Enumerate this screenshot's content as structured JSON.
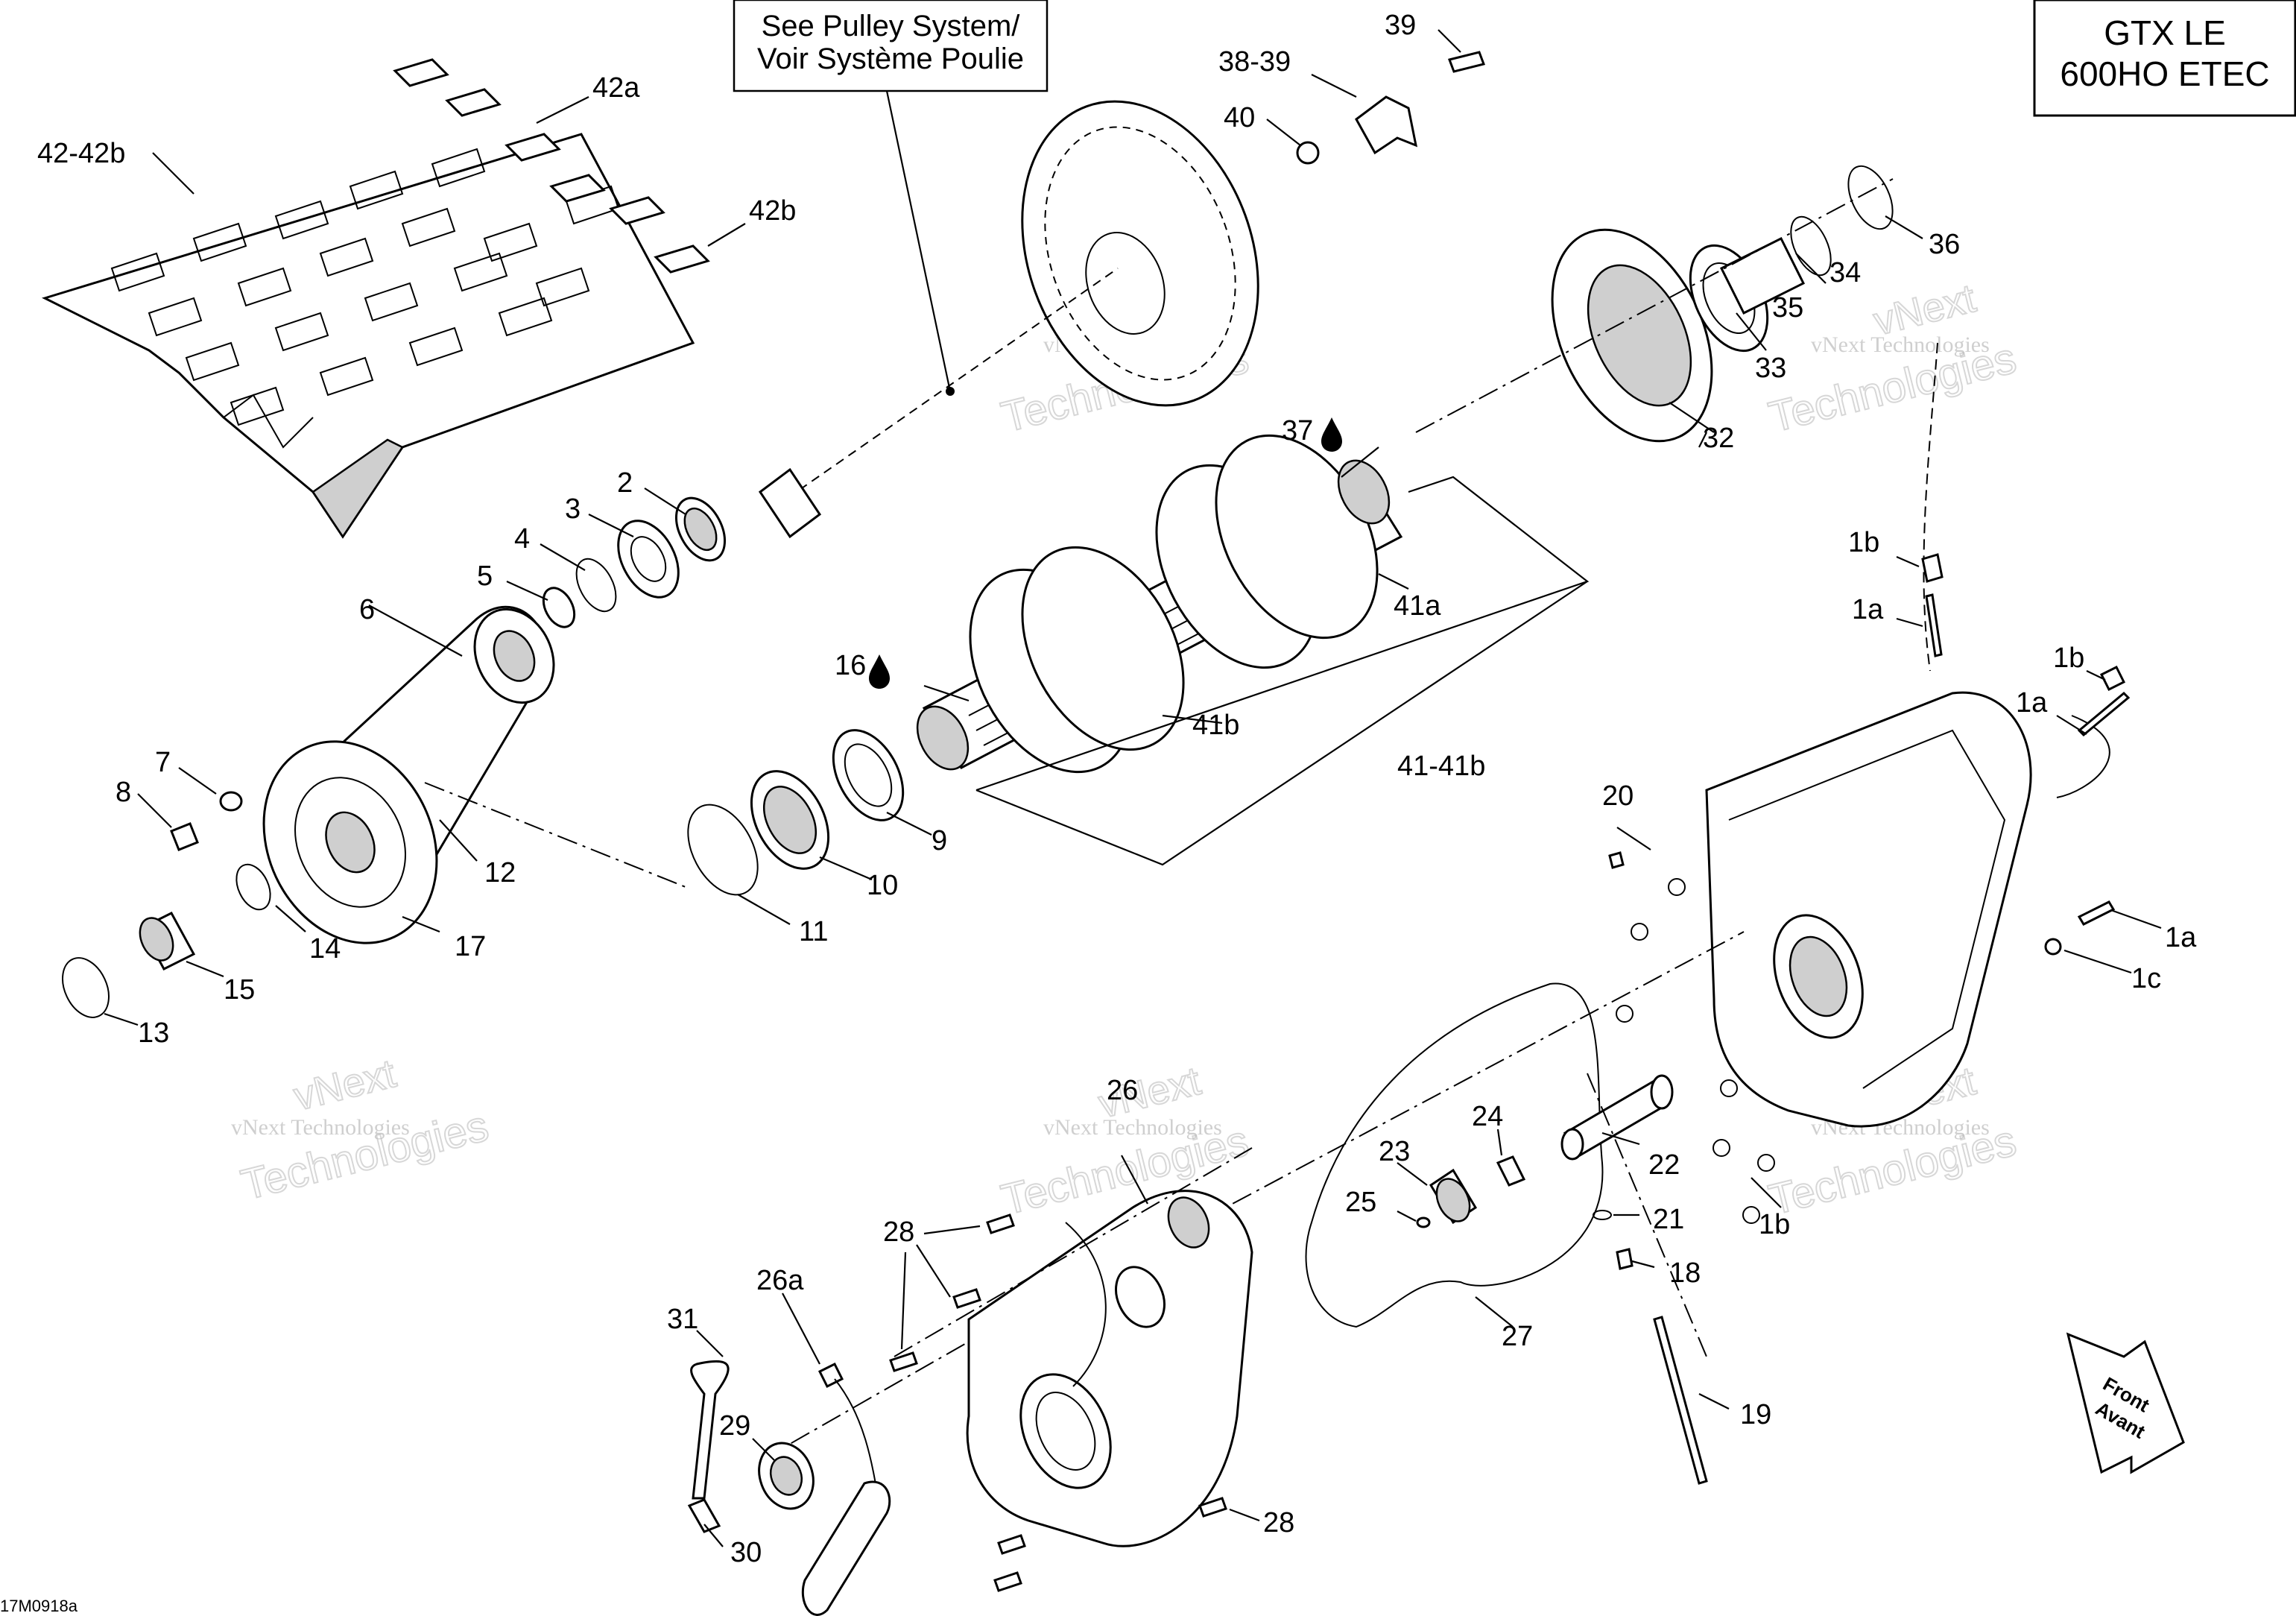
{
  "title_box": {
    "line1": "GTX LE",
    "line2": "600HO ETEC"
  },
  "note_box": {
    "line1": "See Pulley System/",
    "line2": "Voir Système Poulie"
  },
  "diagram_code": "17M0918a",
  "front_arrow": {
    "line1": "Front",
    "line2": "Avant"
  },
  "watermark": {
    "brand": "vNext Technologies",
    "brand_short": "vNext",
    "word": "Technologies"
  },
  "callouts": [
    {
      "id": "c1",
      "text": "42-42b"
    },
    {
      "id": "c2",
      "text": "42a"
    },
    {
      "id": "c3",
      "text": "42b"
    },
    {
      "id": "c4",
      "text": "39"
    },
    {
      "id": "c5",
      "text": "38-39"
    },
    {
      "id": "c6",
      "text": "40"
    },
    {
      "id": "c7",
      "text": "36"
    },
    {
      "id": "c8",
      "text": "34"
    },
    {
      "id": "c9",
      "text": "35"
    },
    {
      "id": "c10",
      "text": "33"
    },
    {
      "id": "c11",
      "text": "32"
    },
    {
      "id": "c12",
      "text": "37"
    },
    {
      "id": "c13",
      "text": "2"
    },
    {
      "id": "c14",
      "text": "3"
    },
    {
      "id": "c15",
      "text": "4"
    },
    {
      "id": "c16",
      "text": "5"
    },
    {
      "id": "c17",
      "text": "6"
    },
    {
      "id": "c18",
      "text": "41a"
    },
    {
      "id": "c19",
      "text": "16"
    },
    {
      "id": "c20",
      "text": "41b"
    },
    {
      "id": "c21",
      "text": "41-41b"
    },
    {
      "id": "c22",
      "text": "7"
    },
    {
      "id": "c23",
      "text": "8"
    },
    {
      "id": "c24",
      "text": "9"
    },
    {
      "id": "c25",
      "text": "10"
    },
    {
      "id": "c26",
      "text": "11"
    },
    {
      "id": "c27",
      "text": "12"
    },
    {
      "id": "c28",
      "text": "14"
    },
    {
      "id": "c29",
      "text": "17"
    },
    {
      "id": "c30",
      "text": "15"
    },
    {
      "id": "c31",
      "text": "13"
    },
    {
      "id": "c32",
      "text": "1b"
    },
    {
      "id": "c33",
      "text": "1a"
    },
    {
      "id": "c34",
      "text": "1b"
    },
    {
      "id": "c35",
      "text": "1a"
    },
    {
      "id": "c36",
      "text": "20"
    },
    {
      "id": "c37",
      "text": "1a"
    },
    {
      "id": "c38",
      "text": "1c"
    },
    {
      "id": "c39",
      "text": "26"
    },
    {
      "id": "c40",
      "text": "24"
    },
    {
      "id": "c41",
      "text": "23"
    },
    {
      "id": "c42",
      "text": "25"
    },
    {
      "id": "c43",
      "text": "22"
    },
    {
      "id": "c44",
      "text": "21"
    },
    {
      "id": "c45",
      "text": "18"
    },
    {
      "id": "c46",
      "text": "1b"
    },
    {
      "id": "c47",
      "text": "28"
    },
    {
      "id": "c48",
      "text": "26a"
    },
    {
      "id": "c49",
      "text": "31"
    },
    {
      "id": "c50",
      "text": "27"
    },
    {
      "id": "c51",
      "text": "29"
    },
    {
      "id": "c52",
      "text": "19"
    },
    {
      "id": "c53",
      "text": "30"
    },
    {
      "id": "c54",
      "text": "28"
    }
  ]
}
